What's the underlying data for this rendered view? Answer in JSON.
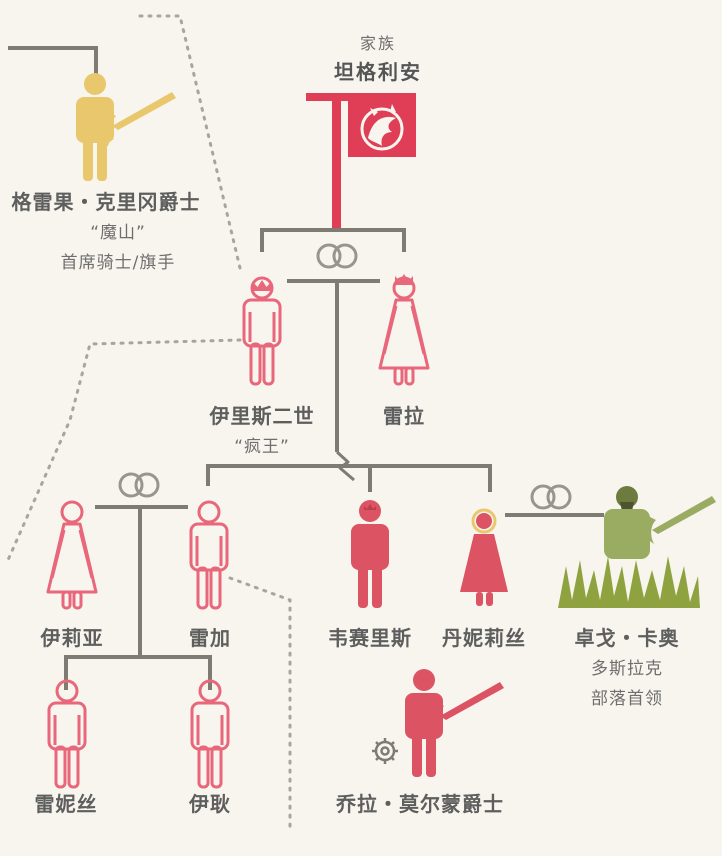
{
  "house": {
    "label": "家族",
    "name": "坦格利安",
    "color": "#e03d57",
    "sigil_icon": "dragon-sigil-icon"
  },
  "colors": {
    "royal": "#e95a6e",
    "royal_outline": "#e8677a",
    "knight_red": "#dc5363",
    "mountain": "#e9c76c",
    "dothraki": "#9aab62",
    "line": "#807b72",
    "dotted": "#a9a59b"
  },
  "people": {
    "gregor": {
      "name": "格雷果・克里冈爵士",
      "nickname": "“魔山”",
      "role": "首席骑士/旗手"
    },
    "aerys": {
      "name": "伊里斯二世",
      "nickname": "“疯王”"
    },
    "rhaella": {
      "name": "雷拉"
    },
    "elia": {
      "name": "伊莉亚"
    },
    "rhaegar": {
      "name": "雷加"
    },
    "viserys": {
      "name": "韦赛里斯"
    },
    "daenerys": {
      "name": "丹妮莉丝"
    },
    "drogo": {
      "name": "卓戈・卡奥",
      "role_line1": "多斯拉克",
      "role_line2": "部落首领"
    },
    "rhaenys": {
      "name": "雷妮丝"
    },
    "aegon": {
      "name": "伊耿"
    },
    "jorah": {
      "name": "乔拉・莫尔蒙爵士"
    }
  }
}
